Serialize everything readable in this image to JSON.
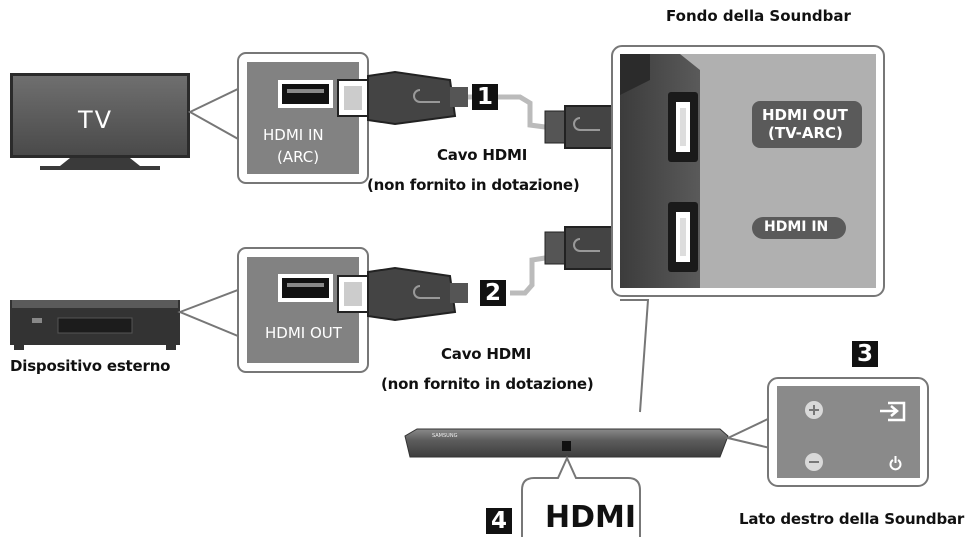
{
  "soundbar_bottom_title": "Fondo della Soundbar",
  "tv": {
    "label": "TV",
    "port_label_1": "HDMI IN",
    "port_label_2": "(ARC)"
  },
  "cable_1": {
    "number": "1",
    "caption_1": "Cavo HDMI",
    "caption_2": "(non fornito in dotazione)"
  },
  "cable_2": {
    "number": "2",
    "caption_1": "Cavo HDMI",
    "caption_2": "(non fornito in dotazione)"
  },
  "external_device": {
    "label": "Dispositivo esterno",
    "port_label": "HDMI OUT"
  },
  "soundbar_ports": {
    "hdmi_out_1": "HDMI OUT",
    "hdmi_out_2": "(TV-ARC)",
    "hdmi_in": "HDMI IN"
  },
  "step_3": {
    "number": "3",
    "caption": "Lato destro della Soundbar"
  },
  "step_4": {
    "number": "4",
    "display_text": "HDMI"
  },
  "soundbar_brand": "SAMSUNG"
}
